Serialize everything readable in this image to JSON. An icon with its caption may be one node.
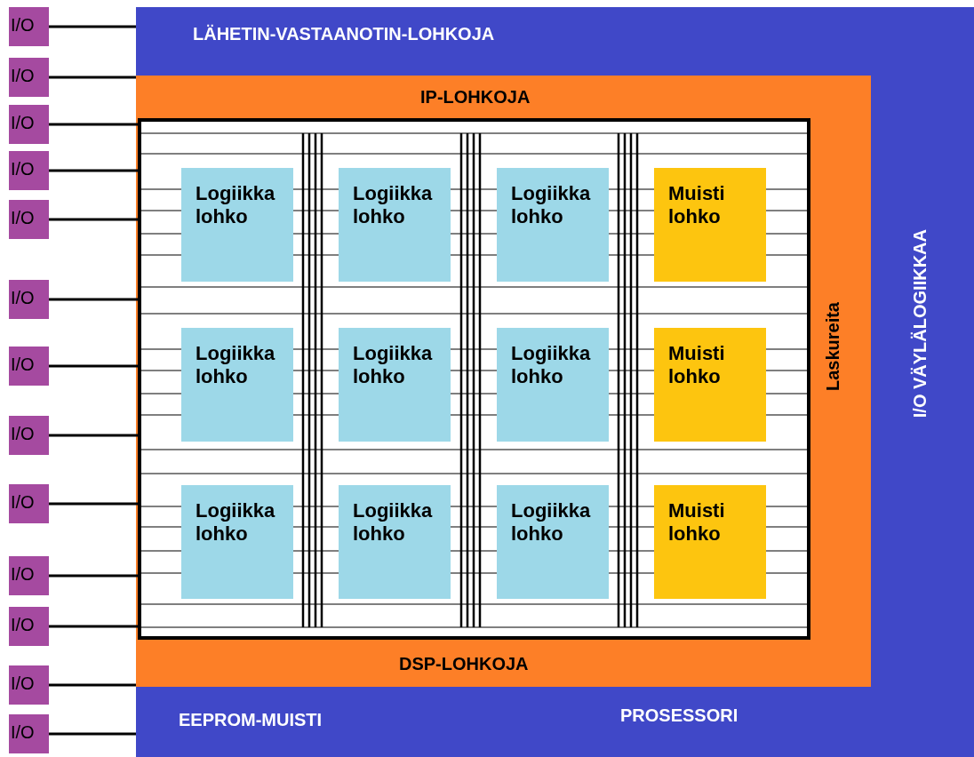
{
  "diagram": {
    "nodes": [
      {
        "text": [
          "LÄHETIN-VASTAANOTIN-LOHKOJA",
          "I/O VÄYLÄLOGIIKKAA",
          "EEPROM-MUISTI",
          "PROSESSORI"
        ]
      },
      {
        "text": [
          "IP-LOHKOJA",
          "Laskureita",
          "DSP-LOHKOJA"
        ],
        "in": 0
      },
      {
        "text": [],
        "shape": "box",
        "in": 1
      },
      {
        "text": [
          "Logiikka lohko"
        ],
        "in": 2
      },
      {
        "text": [
          "Logiikka lohko"
        ],
        "in": 2
      },
      {
        "text": [
          "Logiikka lohko"
        ],
        "in": 2
      },
      {
        "text": [
          "Muisti lohko"
        ],
        "in": 2
      },
      {
        "text": [
          "Logiikka lohko"
        ],
        "in": 2
      },
      {
        "text": [
          "Logiikka lohko"
        ],
        "in": 2
      },
      {
        "text": [
          "Logiikka lohko"
        ],
        "in": 2
      },
      {
        "text": [
          "Muisti lohko"
        ],
        "in": 2
      },
      {
        "text": [
          "Logiikka lohko"
        ],
        "in": 2
      },
      {
        "text": [
          "Logiikka lohko"
        ],
        "in": 2
      },
      {
        "text": [
          "Logiikka lohko"
        ],
        "in": 2
      },
      {
        "text": [
          "Muisti lohko"
        ],
        "in": 2
      },
      {
        "text": [
          "I/O"
        ]
      },
      {
        "text": [
          "I/O"
        ]
      },
      {
        "text": [
          "I/O"
        ]
      },
      {
        "text": [
          "I/O"
        ]
      },
      {
        "text": [
          "I/O"
        ]
      },
      {
        "text": [
          "I/O"
        ]
      },
      {
        "text": [
          "I/O"
        ]
      },
      {
        "text": [
          "I/O"
        ]
      },
      {
        "text": [
          "I/O"
        ]
      },
      {
        "text": [
          "I/O"
        ]
      },
      {
        "text": [
          "I/O"
        ]
      },
      {
        "text": [
          "I/O"
        ]
      },
      {
        "text": [
          "I/O"
        ]
      }
    ],
    "edges": [
      {
        "from": 15,
        "to": 0,
        "arrow": "none"
      },
      {
        "from": 16,
        "to": 1,
        "arrow": "none"
      },
      {
        "from": 17,
        "to": 2,
        "arrow": "none"
      },
      {
        "from": 18,
        "to": 2,
        "arrow": "none"
      },
      {
        "from": 19,
        "to": 2,
        "arrow": "none"
      },
      {
        "from": 20,
        "to": 2,
        "arrow": "none"
      },
      {
        "from": 21,
        "to": 2,
        "arrow": "none"
      },
      {
        "from": 22,
        "to": 2,
        "arrow": "none"
      },
      {
        "from": 23,
        "to": 2,
        "arrow": "none"
      },
      {
        "from": 24,
        "to": 2,
        "arrow": "none"
      },
      {
        "from": 25,
        "to": 2,
        "arrow": "none"
      },
      {
        "from": 26,
        "to": 1,
        "arrow": "none"
      },
      {
        "from": 27,
        "to": 0,
        "arrow": "none"
      }
    ]
  }
}
